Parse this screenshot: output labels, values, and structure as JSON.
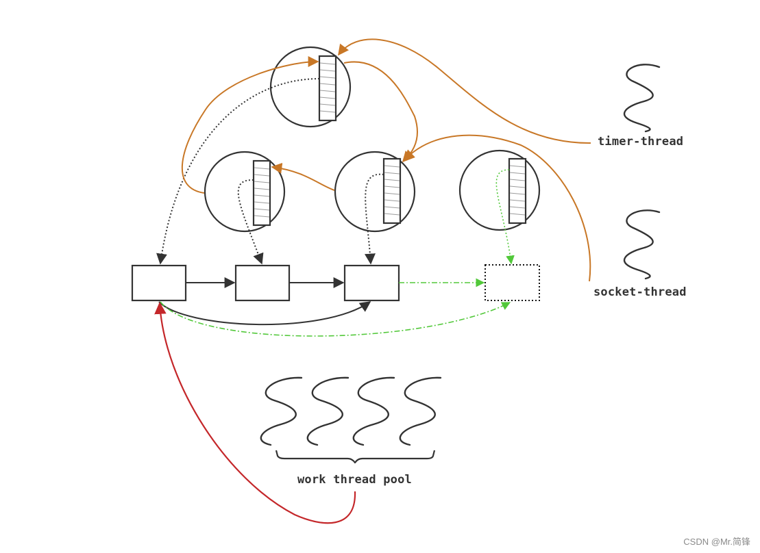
{
  "labels": {
    "timer_thread": "timer-thread",
    "socket_thread": "socket-thread",
    "work_pool": "work thread pool"
  },
  "watermark": "CSDN @Mr.简锋",
  "colors": {
    "stroke": "#333333",
    "orange": "#c87726",
    "red": "#c4272a",
    "green": "#52c83a",
    "queue_lines": "#9a9a9a"
  }
}
